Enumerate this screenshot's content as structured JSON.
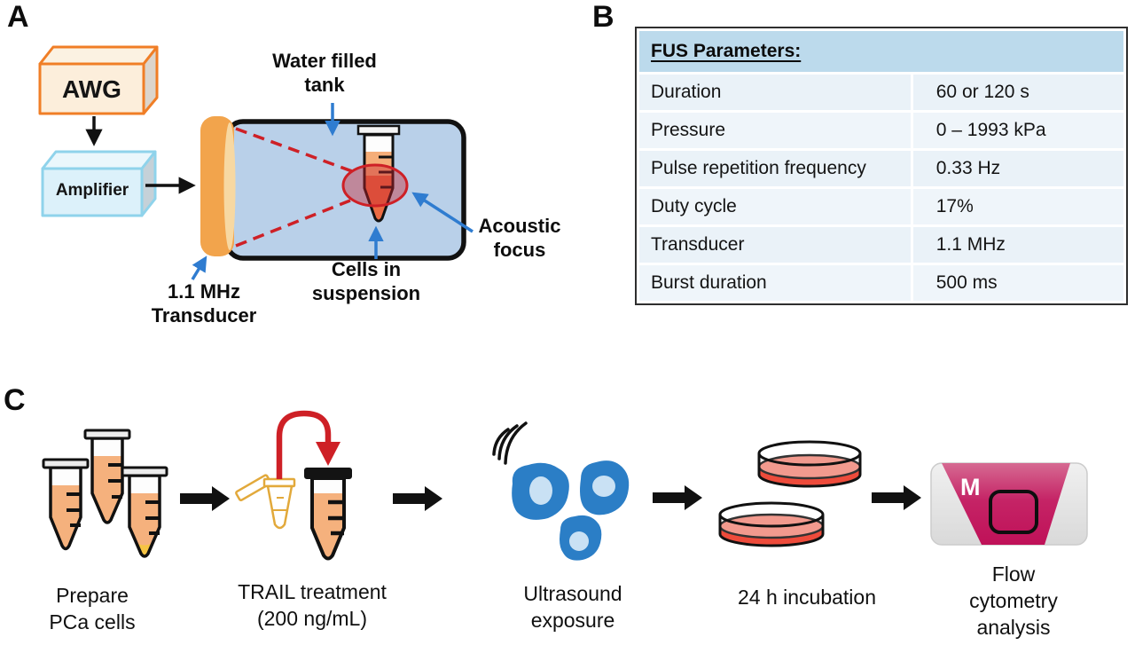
{
  "panelA": {
    "label": "A",
    "awg_label": "AWG",
    "amplifier_label": "Amplifier",
    "water_tank_label": "Water filled\ntank",
    "transducer_label": "1.1 MHz\nTransducer",
    "cells_label": "Cells in\nsuspension",
    "acoustic_focus_label": "Acoustic\nfocus",
    "icons": [
      "awg-box",
      "amplifier-box",
      "focused-transducer",
      "water-tank",
      "sample-tube",
      "acoustic-focus-ellipse",
      "signal-arrow",
      "annotation-arrow"
    ]
  },
  "panelB": {
    "label": "B",
    "title": "FUS Parameters:",
    "rows": [
      {
        "label": "Duration",
        "value": "60 or 120 s"
      },
      {
        "label": "Pressure",
        "value": "0 – 1993 kPa"
      },
      {
        "label": "Pulse repetition frequency",
        "value": "0.33 Hz"
      },
      {
        "label": "Duty cycle",
        "value": "17%"
      },
      {
        "label": "Transducer",
        "value": "1.1 MHz"
      },
      {
        "label": "Burst duration",
        "value": "500 ms"
      }
    ]
  },
  "panelC": {
    "label": "C",
    "cytometer_letter": "M",
    "steps": [
      {
        "icon": "conical-tubes-icon",
        "label": "Prepare\nPCa cells"
      },
      {
        "icon": "microtube-pipetting-icon",
        "label": "TRAIL treatment\n(200 ng/mL)"
      },
      {
        "icon": "sonicated-cells-icon",
        "label": "Ultrasound\nexposure"
      },
      {
        "icon": "petri-dishes-icon",
        "label": "24 h incubation"
      },
      {
        "icon": "flow-cytometer-icon",
        "label": "Flow\ncytometry\nanalysis"
      }
    ]
  },
  "colors": {
    "orange_accent": "#F07E26",
    "transducer_orange": "#F2A44C",
    "tank_blue": "#B9D0E9",
    "amplifier_blue": "#8FD3EB",
    "dashed_red": "#CE2026",
    "annotation_blue": "#2F7CD0",
    "table_header_blue": "#BCDAEC",
    "table_row_blue": "#EAF2F8",
    "cell_blue": "#2B7EC6",
    "media_red": "#EE4B3B",
    "cytometer_magenta": "#C52063",
    "tube_liquid_orange": "#F5AE79"
  }
}
